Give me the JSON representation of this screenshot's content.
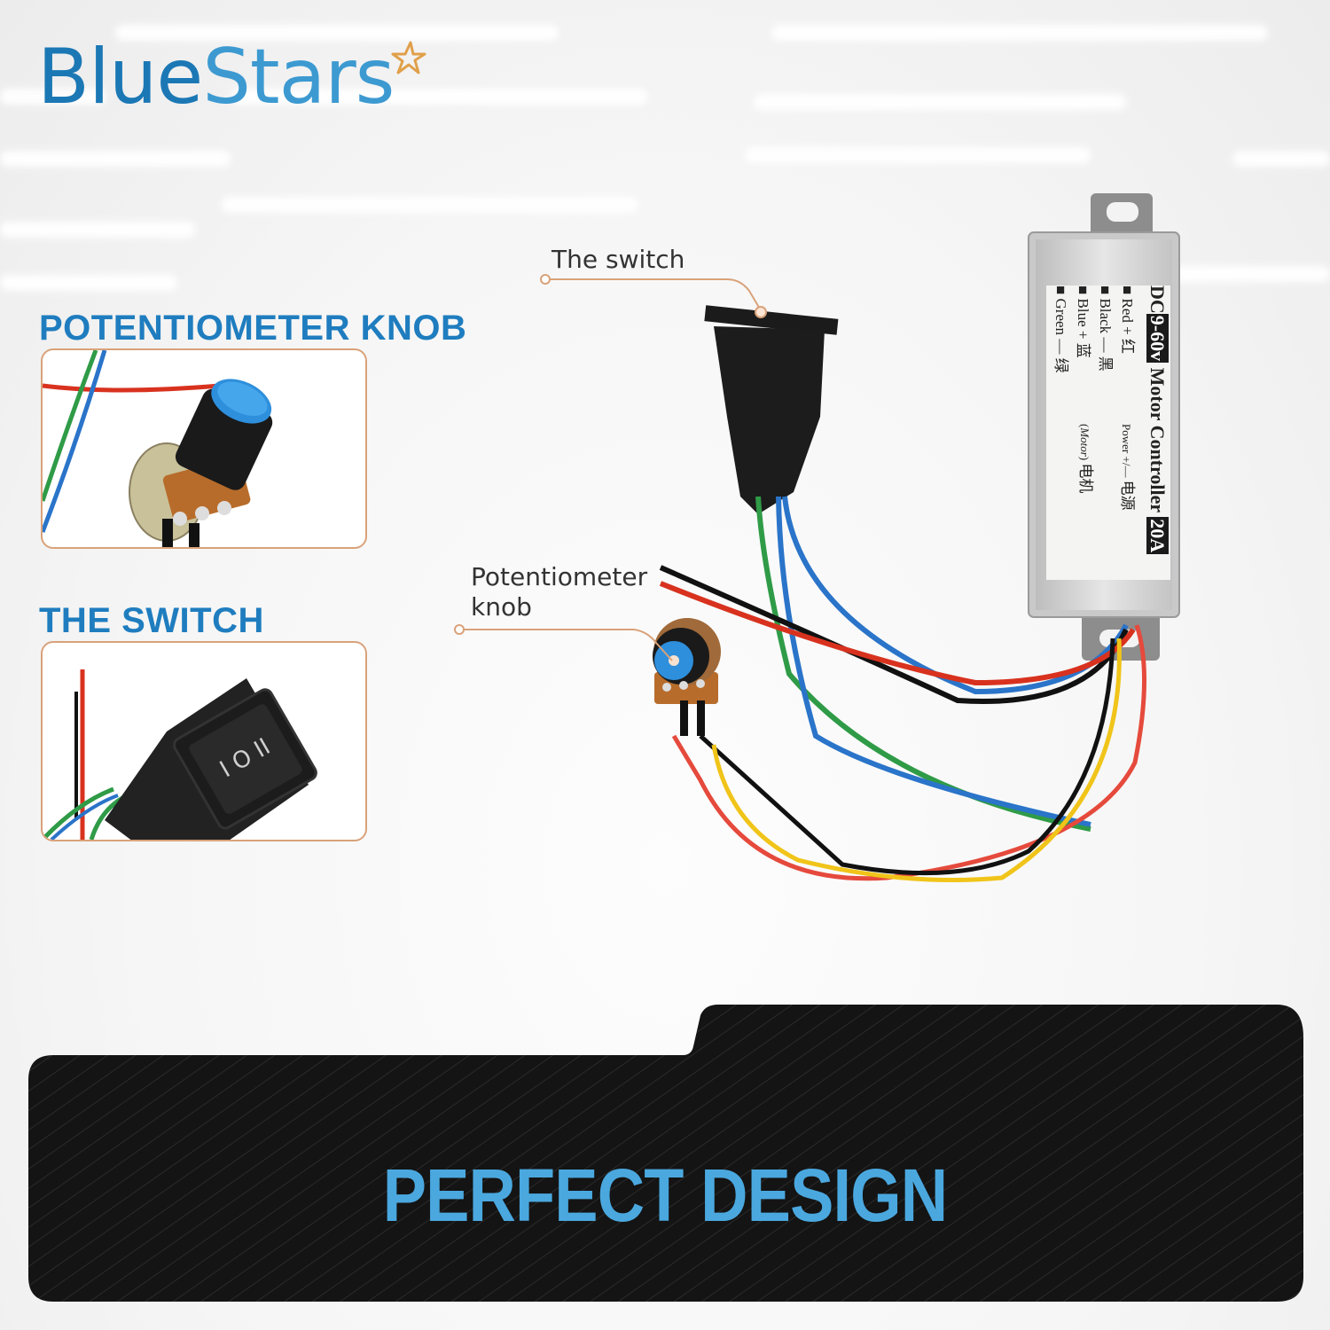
{
  "brand": {
    "name_part1": "Blue",
    "name_part2": "Stars",
    "icon": "star-icon",
    "colors": {
      "primary": "#1b78b5",
      "secondary": "#3d9ad1",
      "star": "#e0a04a"
    }
  },
  "sections": [
    {
      "heading": "POTENTIOMETER KNOB",
      "image": "potentiometer-knob-closeup"
    },
    {
      "heading": "THE SWITCH",
      "image": "rocker-switch-closeup"
    }
  ],
  "callouts": [
    {
      "label": "The switch"
    },
    {
      "label_line1": "Potentiometer",
      "label_line2": "knob"
    }
  ],
  "controller": {
    "title_prefix": "DC",
    "voltage": "9-60v",
    "title_middle": "Motor Controller",
    "current": "20A",
    "wires": [
      {
        "color": "Red",
        "polarity": "+",
        "cn": "红"
      },
      {
        "color": "Black",
        "polarity": "—",
        "cn": "黑"
      },
      {
        "color": "Blue",
        "polarity": "+",
        "cn": "蓝"
      },
      {
        "color": "Green",
        "polarity": "—",
        "cn": "绿"
      }
    ],
    "power_label": "Power",
    "power_cn": "电源",
    "motor_label": "Motor",
    "motor_cn": "电机",
    "plus": "+",
    "minus": "—"
  },
  "switch_symbols": "I O II",
  "banner": {
    "title": "PERFECT DESIGN",
    "text_color": "#4aa8df",
    "bg_color": "#141414"
  },
  "accent_color": "#d9a27a"
}
